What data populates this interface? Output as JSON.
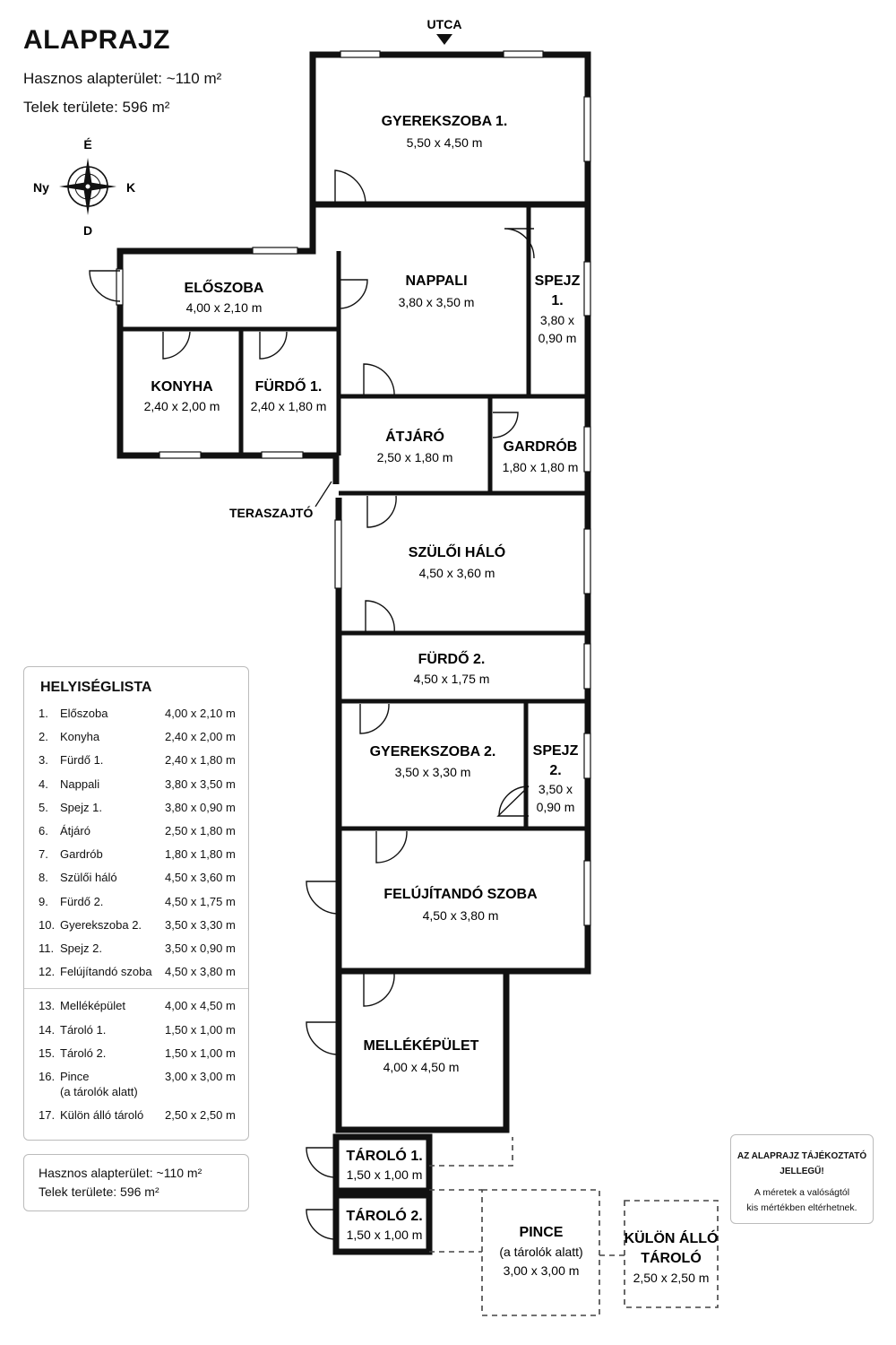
{
  "header": {
    "title": "ALAPRAJZ",
    "area_line": "Hasznos alapterület: ~110 m²",
    "plot_line": "Telek területe: 596 m²"
  },
  "compass": {
    "north": "É",
    "south": "D",
    "west": "Ny",
    "east": "K"
  },
  "street_label": "UTCA",
  "terrace_label": "TERASZAJTÓ",
  "rooms": {
    "gyerekszoba1": {
      "name": "GYEREKSZOBA 1.",
      "dim": "5,50 x 4,50 m"
    },
    "nappali": {
      "name": "NAPPALI",
      "dim": "3,80 x 3,50 m"
    },
    "spejz1": {
      "name1": "SPEJZ",
      "name2": "1.",
      "dim1": "3,80 x",
      "dim2": "0,90 m"
    },
    "eloszoba": {
      "name": "ELŐSZOBA",
      "dim": "4,00 x 2,10 m"
    },
    "konyha": {
      "name": "KONYHA",
      "dim": "2,40 x 2,00 m"
    },
    "furdo1": {
      "name": "FÜRDŐ 1.",
      "dim": "2,40 x 1,80 m"
    },
    "atjaro": {
      "name": "ÁTJÁRÓ",
      "dim": "2,50 x 1,80 m"
    },
    "gardrob": {
      "name": "GARDRÓB",
      "dim": "1,80 x 1,80 m"
    },
    "szuloi": {
      "name": "SZÜLŐI HÁLÓ",
      "dim": "4,50 x 3,60 m"
    },
    "furdo2": {
      "name": "FÜRDŐ 2.",
      "dim": "4,50 x 1,75 m"
    },
    "gyerekszoba2": {
      "name": "GYEREKSZOBA 2.",
      "dim": "3,50 x 3,30 m"
    },
    "spejz2": {
      "name1": "SPEJZ",
      "name2": "2.",
      "dim1": "3,50 x",
      "dim2": "0,90 m"
    },
    "felujitando": {
      "name": "FELÚJÍTANDÓ SZOBA",
      "dim": "4,50 x 3,80 m"
    },
    "mellek": {
      "name": "MELLÉKÉPÜLET",
      "dim": "4,00 x 4,50 m"
    },
    "tarolo1": {
      "name": "TÁROLÓ 1.",
      "dim": "1,50 x 1,00 m"
    },
    "tarolo2": {
      "name": "TÁROLÓ 2.",
      "dim": "1,50 x 1,00 m"
    },
    "pince": {
      "name": "PINCE",
      "sub": "(a tárolók alatt)",
      "dim": "3,00 x 3,00 m"
    },
    "kulon": {
      "name1": "KÜLÖN ÁLLÓ",
      "name2": "TÁROLÓ",
      "dim": "2,50 x 2,50 m"
    }
  },
  "room_list": {
    "title": "HELYISÉGLISTA",
    "items": [
      {
        "num": "1.",
        "name": "Előszoba",
        "dim": "4,00 x 2,10 m"
      },
      {
        "num": "2.",
        "name": "Konyha",
        "dim": "2,40 x 2,00 m"
      },
      {
        "num": "3.",
        "name": "Fürdő 1.",
        "dim": "2,40 x 1,80 m"
      },
      {
        "num": "4.",
        "name": "Nappali",
        "dim": "3,80 x 3,50 m"
      },
      {
        "num": "5.",
        "name": "Spejz 1.",
        "dim": "3,80 x 0,90 m"
      },
      {
        "num": "6.",
        "name": "Átjáró",
        "dim": "2,50 x 1,80 m"
      },
      {
        "num": "7.",
        "name": "Gardrób",
        "dim": "1,80 x 1,80 m"
      },
      {
        "num": "8.",
        "name": "Szülői háló",
        "dim": "4,50 x 3,60 m"
      },
      {
        "num": "9.",
        "name": "Fürdő 2.",
        "dim": "4,50 x 1,75 m"
      },
      {
        "num": "10.",
        "name": "Gyerekszoba 2.",
        "dim": "3,50 x 3,30 m"
      },
      {
        "num": "11.",
        "name": "Spejz 2.",
        "dim": "3,50 x 0,90 m"
      },
      {
        "num": "12.",
        "name": "Felújítandó szoba",
        "dim": "4,50 x 3,80 m"
      },
      {
        "num": "13.",
        "name": "Melléképület",
        "dim": "4,00 x 4,50 m"
      },
      {
        "num": "14.",
        "name": "Tároló 1.",
        "dim": "1,50 x 1,00 m"
      },
      {
        "num": "15.",
        "name": "Tároló 2.",
        "dim": "1,50 x 1,00 m"
      },
      {
        "num": "16.",
        "name": "Pince",
        "name2": "(a tárolók alatt)",
        "dim": "3,00 x 3,00 m"
      },
      {
        "num": "17.",
        "name": "Külön álló tároló",
        "dim": "2,50 x 2,50 m"
      }
    ]
  },
  "summary": {
    "area_line": "Hasznos alapterület: ~110 m²",
    "plot_line": "Telek területe: 596 m²"
  },
  "note": {
    "line1": "AZ ALAPRAJZ TÁJÉKOZTATÓ",
    "line2": "JELLEGŰ!",
    "line3": "A méretek a valóságtól",
    "line4": "kis mértékben eltérhetnek."
  }
}
